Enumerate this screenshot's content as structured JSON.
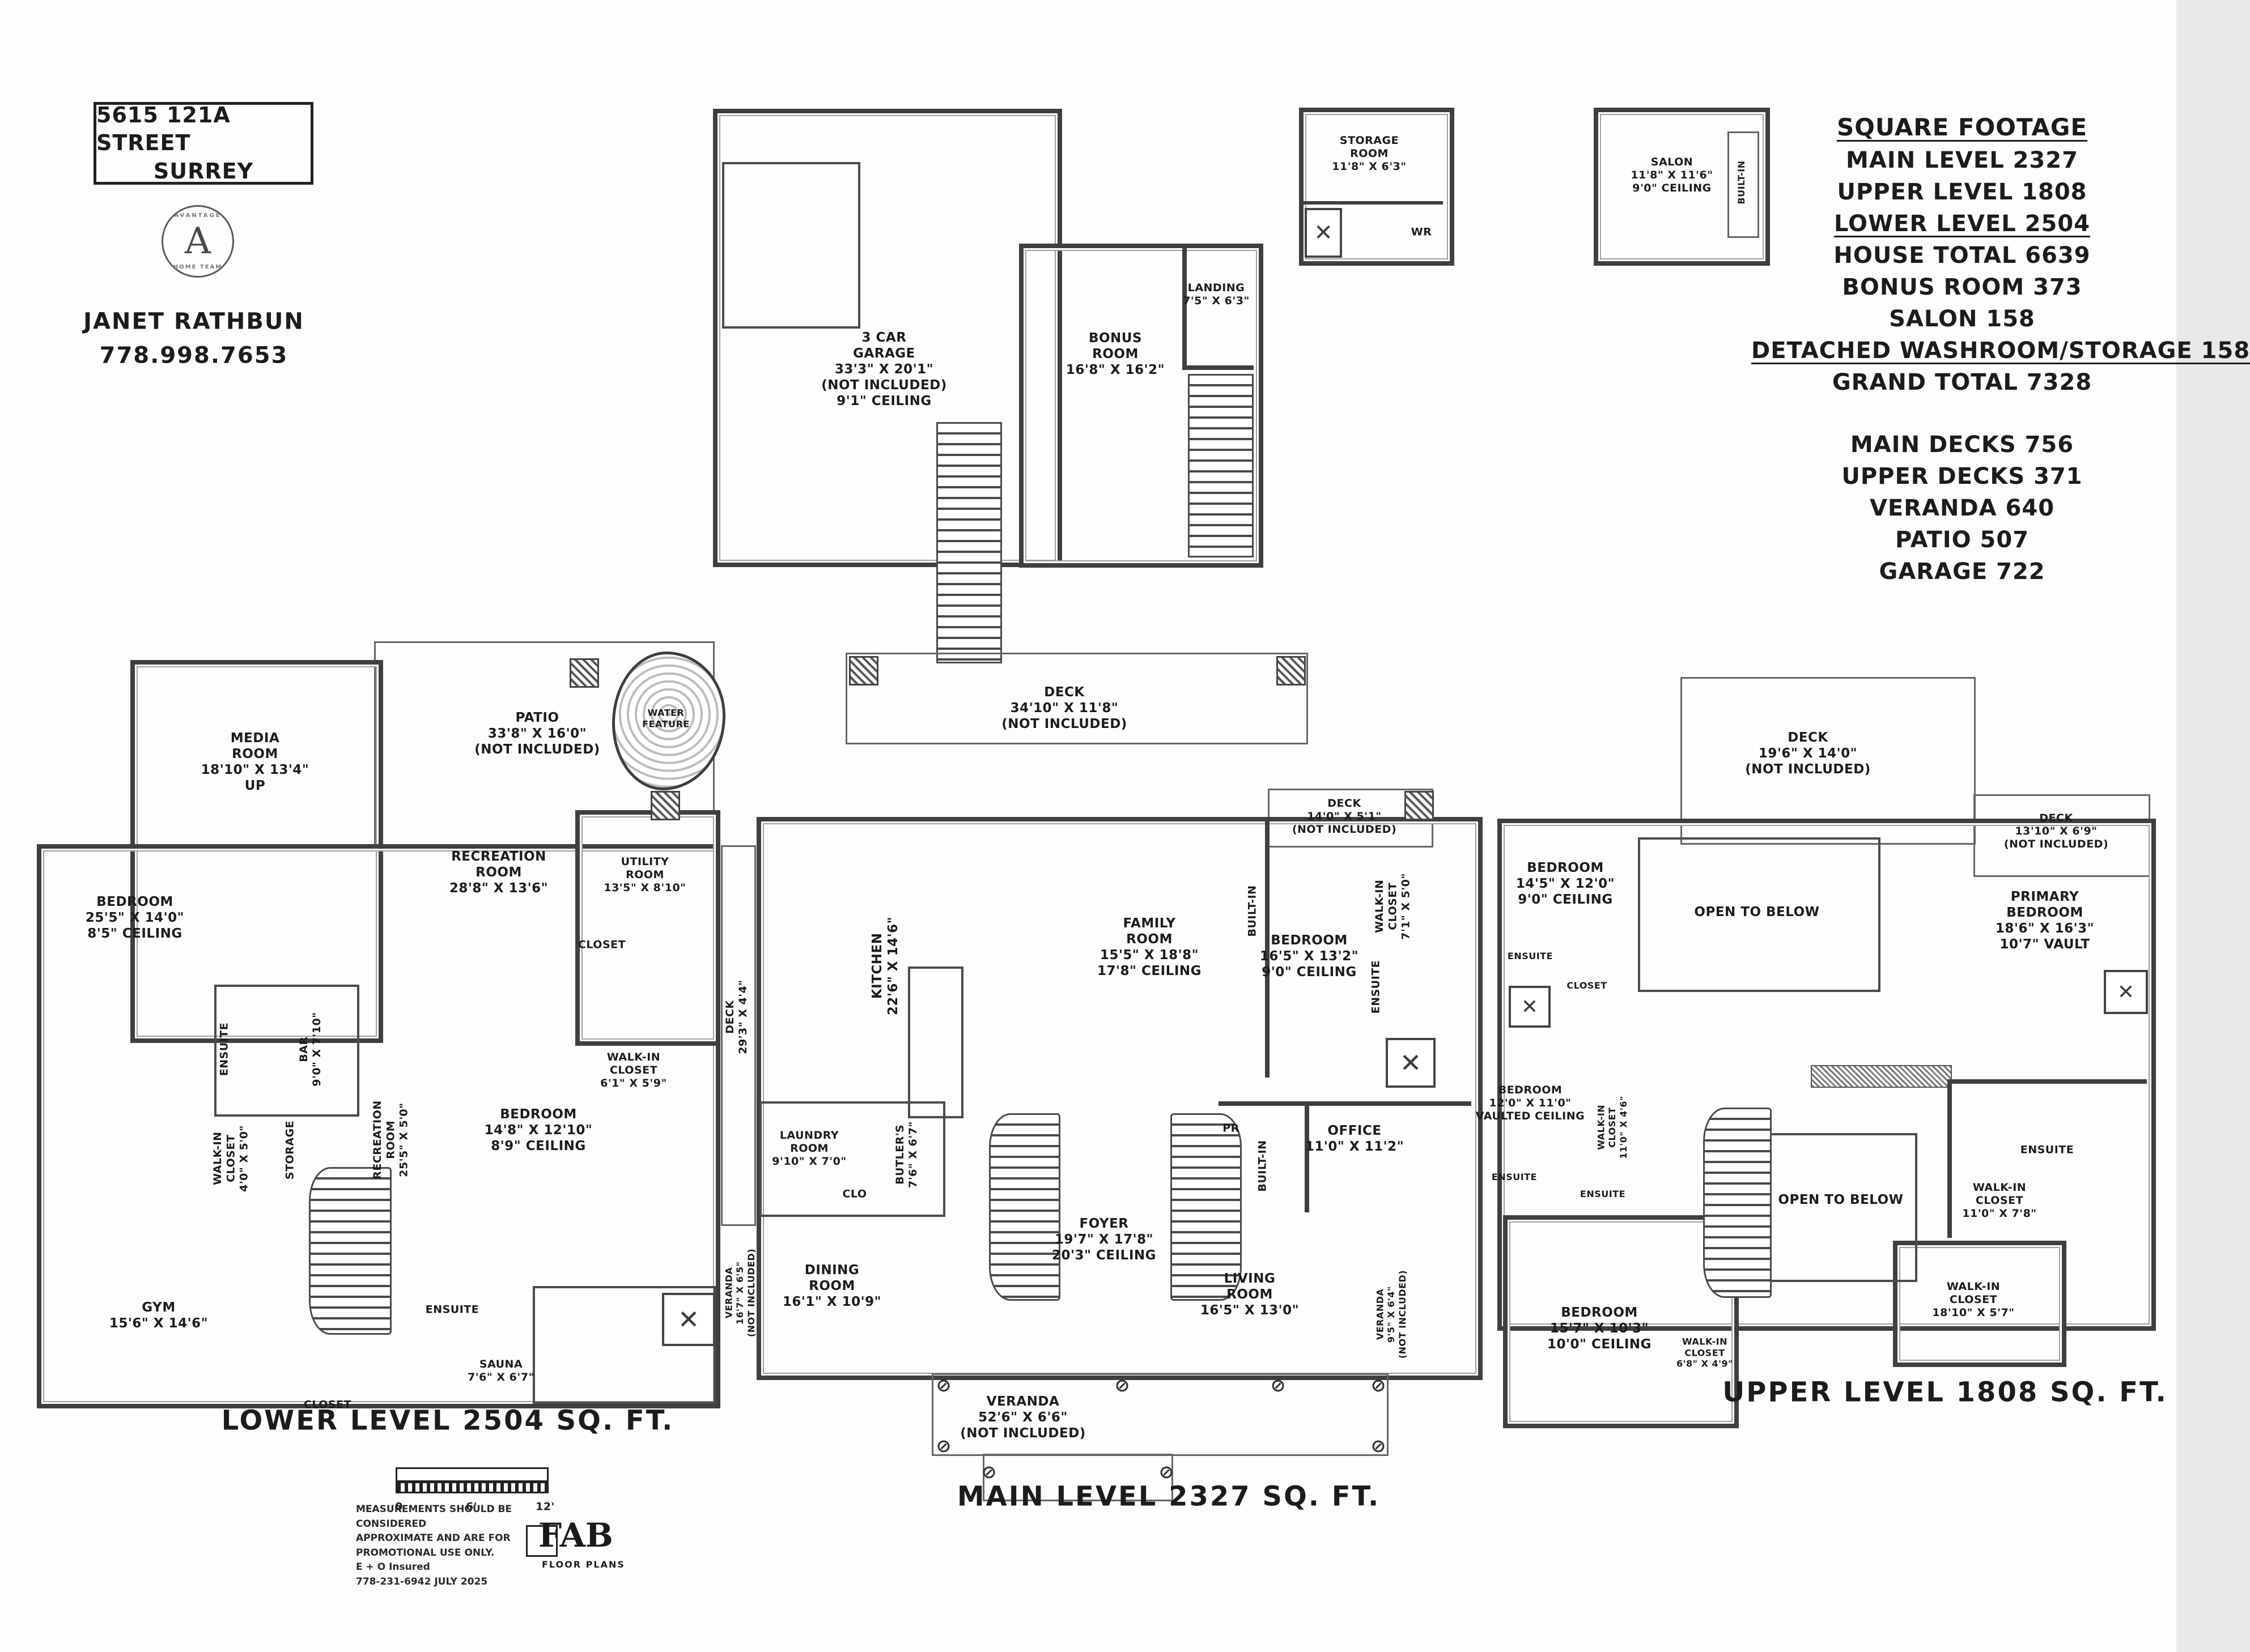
{
  "title_block": {
    "address_line1": "5615 121A STREET",
    "address_line2": "SURREY",
    "logo": {
      "monogram": "A",
      "top_text": "AVANTAGE",
      "bottom_text": "HOME TEAM"
    },
    "agent_name": "JANET RATHBUN",
    "agent_phone": "778.998.7653"
  },
  "summary": {
    "title": "SQUARE FOOTAGE",
    "lines": [
      "MAIN LEVEL 2327",
      "UPPER LEVEL 1808",
      "LOWER LEVEL 2504",
      "HOUSE TOTAL 6639",
      "BONUS ROOM 373",
      "SALON 158",
      "DETACHED WASHROOM/STORAGE 158",
      "GRAND TOTAL 7328"
    ],
    "extras": [
      "MAIN DECKS 756",
      "UPPER DECKS 371",
      "VERANDA 640",
      "PATIO 507",
      "GARAGE 722"
    ]
  },
  "garage_plan": {
    "rooms": [
      "3 CAR\nGARAGE\n33'3\" X 20'1\"\n(NOT INCLUDED)\n9'1\" CEILING"
    ]
  },
  "bonus_plan": {
    "rooms": [
      "BONUS\nROOM\n16'8\" X 16'2\"",
      "LANDING\n7'5\" X 6'3\""
    ]
  },
  "storage_plan": {
    "rooms": [
      "STORAGE\nROOM\n11'8\" X 6'3\"",
      "WR"
    ]
  },
  "salon_plan": {
    "rooms": [
      "SALON\n11'8\" X 11'6\"\n9'0\" CEILING",
      "BUILT-IN"
    ]
  },
  "lower_level": {
    "label": "LOWER LEVEL 2504 SQ. FT.",
    "rooms": [
      "MEDIA\nROOM\n18'10\" X 13'4\"\nUP",
      "PATIO\n33'8\" X 16'0\"\n(NOT INCLUDED)",
      "WATER\nFEATURE",
      "RECREATION\nROOM\n28'8\" X 13'6\"",
      "UTILITY\nROOM\n13'5\" X 8'10\"",
      "CLOSET",
      "BEDROOM\n25'5\" X 14'0\"\n8'5\" CEILING",
      "ENSUITE",
      "BAR\n9'0\" X 7'10\"",
      "WALK-IN\nCLOSET\n6'1\" X 5'9\"",
      "BEDROOM\n14'8\" X 12'10\"\n8'9\" CEILING",
      "WALK-IN\nCLOSET\n4'0\" X 5'0\"",
      "STORAGE",
      "RECREATION\nROOM\n25'5\" X 5'0\"",
      "GYM\n15'6\" X 14'6\"",
      "CLOSET",
      "ENSUITE",
      "SAUNA\n7'6\" X 6'7\""
    ]
  },
  "main_level": {
    "label": "MAIN LEVEL 2327 SQ. FT.",
    "rooms": [
      "DECK\n34'10\" X 11'8\"\n(NOT INCLUDED)",
      "DECK\n29'3\" X 4'4\"",
      "KITCHEN\n22'6\" X 14'6\"",
      "FAMILY\nROOM\n15'5\" X 18'8\"\n17'8\" CEILING",
      "BUILT-IN",
      "DECK\n14'0\" X 5'1\"\n(NOT INCLUDED)",
      "BEDROOM\n16'5\" X 13'2\"\n9'0\" CEILING",
      "WALK-IN\nCLOSET\n7'1\" X 5'0\"",
      "ENSUITE",
      "LAUNDRY\nROOM\n9'10\" X 7'0\"",
      "CLO",
      "BUTLER'S\n7'6\" X 6'7\"",
      "FOYER\n19'7\" X 17'8\"\n20'3\" CEILING",
      "PR",
      "BUILT-IN",
      "OFFICE\n11'0\" X 11'2\"",
      "DINING\nROOM\n16'1\" X 10'9\"",
      "LIVING\nROOM\n16'5\" X 13'0\"",
      "VERANDA\n16'7\" X 6'5\"\n(NOT INCLUDED)",
      "VERANDA\n9'5\" X 6'4\"\n(NOT INCLUDED)",
      "VERANDA\n52'6\" X 6'6\"\n(NOT INCLUDED)"
    ]
  },
  "upper_level": {
    "label": "UPPER LEVEL 1808 SQ. FT.",
    "rooms": [
      "DECK\n19'6\" X 14'0\"\n(NOT INCLUDED)",
      "BEDROOM\n14'5\" X 12'0\"\n9'0\" CEILING",
      "ENSUITE",
      "CLOSET",
      "OPEN TO BELOW",
      "DECK\n13'10\" X 6'9\"\n(NOT INCLUDED)",
      "PRIMARY\nBEDROOM\n18'6\" X 16'3\"\n10'7\" VAULT",
      "BEDROOM\n12'0\" X 11'0\"\nVAULTED CEILING",
      "WALK-IN\nCLOSET\n11'0\" X 4'6\"",
      "ENSUITE",
      "ENSUITE",
      "OPEN TO BELOW",
      "ENSUITE",
      "WALK-IN\nCLOSET\n11'0\" X 7'8\"",
      "BEDROOM\n15'7\" X 10'3\"\n10'0\" CEILING",
      "WALK-IN\nCLOSET\n6'8\" X 4'9\"",
      "WALK-IN\nCLOSET\n18'10\" X 5'7\""
    ]
  },
  "footer": {
    "scale_ticks": [
      "0",
      "6'",
      "12'"
    ],
    "disclaimer": "MEASUREMENTS SHOULD BE CONSIDERED\nAPPROXIMATE AND ARE FOR\nPROMOTIONAL USE ONLY.\nE + O Insured\n778-231-6942  JULY 2025",
    "fab_name": "FAB",
    "fab_sub": "FLOOR PLANS"
  },
  "icons": {
    "shower": "✕",
    "railing_post": "⊘"
  }
}
